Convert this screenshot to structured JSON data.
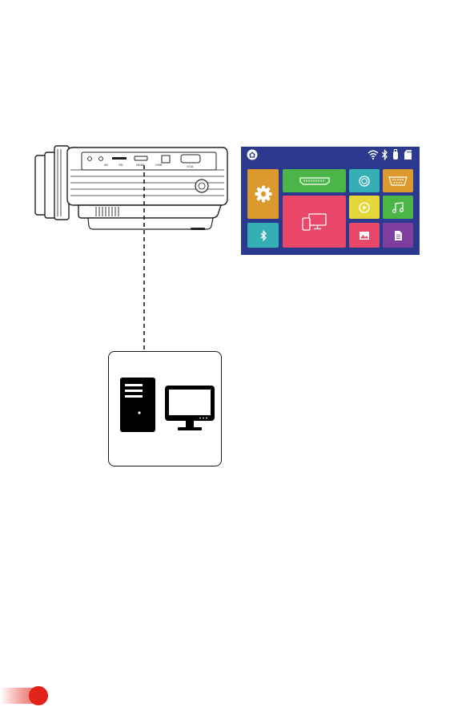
{
  "projector": {
    "port_labels": [
      "AV",
      "SD",
      "HDMI",
      "USB",
      "VGA"
    ]
  },
  "screen": {
    "background": "#2b3a8e",
    "status_icons": [
      "home-icon",
      "wifi-icon",
      "bluetooth-icon",
      "usb-icon",
      "sd-card-icon"
    ],
    "tiles": [
      {
        "name": "settings",
        "icon": "gear-icon",
        "color": "#dc9a2e"
      },
      {
        "name": "hdmi",
        "icon": "hdmi-icon",
        "color": "#4cb548"
      },
      {
        "name": "av",
        "icon": "av-icon",
        "color": "#35aeb4"
      },
      {
        "name": "vga",
        "icon": "vga-icon",
        "color": "#dc9a2e"
      },
      {
        "name": "screen-mirror",
        "icon": "mirror-icon",
        "color": "#e9486a"
      },
      {
        "name": "video",
        "icon": "play-icon",
        "color": "#e5d73a"
      },
      {
        "name": "music",
        "icon": "music-icon",
        "color": "#4cb548"
      },
      {
        "name": "bluetooth",
        "icon": "bluetooth-icon",
        "color": "#35aeb4"
      },
      {
        "name": "photo",
        "icon": "photo-icon",
        "color": "#e9486a"
      },
      {
        "name": "document",
        "icon": "document-icon",
        "color": "#7d3ea0"
      }
    ]
  },
  "connection": {
    "style": "dashed"
  },
  "source_device": {
    "icons": [
      "computer-tower-icon",
      "monitor-icon"
    ]
  },
  "page_badge": {
    "color": "#e2231a"
  }
}
